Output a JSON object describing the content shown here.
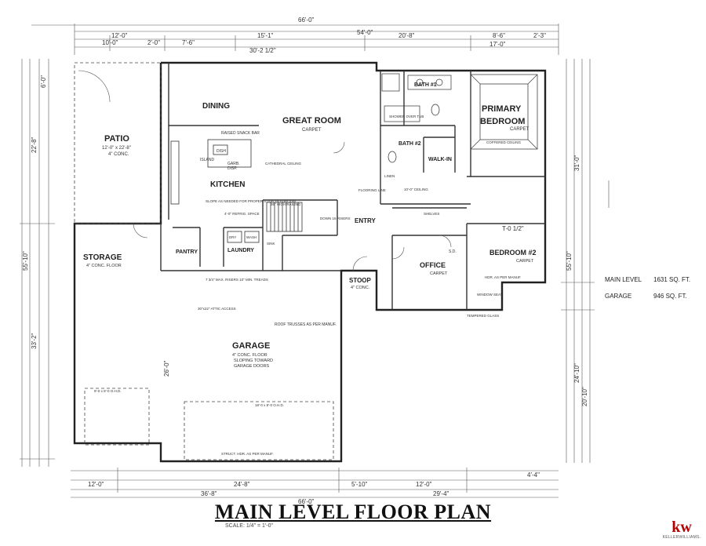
{
  "title": "MAIN LEVEL FLOOR PLAN",
  "scale": "SCALE: 1/4\" = 1'-0\"",
  "summary": {
    "main_label": "MAIN LEVEL",
    "main_value": "1631 SQ. FT.",
    "garage_label": "GARAGE",
    "garage_value": "946 SQ. FT."
  },
  "logo": {
    "mark": "kw",
    "text": "KELLERWILLIAMS."
  },
  "rooms": {
    "patio": "PATIO",
    "patio_size": "12'-0\" x 22'-8\"",
    "patio_floor": "4\" CONC.",
    "dining": "DINING",
    "kitchen": "KITCHEN",
    "great_room": "GREAT ROOM",
    "great_floor": "CARPET",
    "bath1": "BATH #1",
    "bath2": "BATH #2",
    "primary": "PRIMARY",
    "bedroom": "BEDROOM",
    "primary_floor": "CARPET",
    "walkin": "WALK-IN",
    "storage": "STORAGE",
    "storage_floor": "4\" CONC. FLOOR",
    "pantry": "PANTRY",
    "laundry": "LAUNDRY",
    "entry": "ENTRY",
    "office": "OFFICE",
    "office_floor": "CARPET",
    "bedroom2": "BEDROOM #2",
    "bedroom2_floor": "CARPET",
    "stoop": "STOOP",
    "stoop_floor": "4\" CONC.",
    "garage": "GARAGE",
    "garage_floor": "4\" CONC. FLOOR",
    "garage_floor2": "SLOPING TOWARD",
    "garage_floor3": "GARAGE DOORS"
  },
  "notes": {
    "raised_bar": "RAISED SNACK BAR",
    "dish": "DISH",
    "gard": "GARB.",
    "disp": "DISP.",
    "island": "ISLAND",
    "slope_headroom": "SLOPE AS NEEDED FOR PROPER STAIR HEADROOM",
    "refrig": "4'-0\" REFRIG. SPACE",
    "cathedral": "CATHEDRAL CEILING",
    "flooring_line": "FLOORING LINE",
    "coffered": "COFFERED CEILING",
    "roof_truss": "ROOF TRUSSES AS PER MANUF.",
    "attic": "30\"x22\" ATTIC ACCESS",
    "ohd1": "9'-0 x 8'-0 O.H.D.",
    "ohd2": "18'-0 x 8'-0 O.H.D.",
    "struct_hdr": "STRUCT. HDR. AS PER MANUF.",
    "tempered": "TEMPERED GLASS",
    "window_seat": "WINDOW SEAT",
    "shelves": "SHELVES",
    "hdr_manuf": "HDR. AS PER MANUF.",
    "stairs": "7 3/4\" MAX. RISERS 10\" MIN. TREADS",
    "ceiling_10": "10'-0\" CEILING",
    "sd": "S.D.",
    "dryer": "DRY",
    "wash": "WASH",
    "sink": "SINK",
    "shower": "SHOWER OVER TUB",
    "linen": "LINEN",
    "railing": "36\" HIGH RAILING",
    "down": "DOWN 16 RISERS"
  },
  "dims": {
    "top_total": "66'-0\"",
    "top_sub": "54'-0\"",
    "top_row": [
      "12'-0\"",
      "10'-0\"",
      "2'-0\"",
      "7'-6\"",
      "15'-1\"",
      "30'-2 1/2\"",
      "20'-8\"",
      "8'-6\"",
      "17'-0\"",
      "2'-3\""
    ],
    "bottom_row": [
      "12'-0\"",
      "24'-8\"",
      "5'-10\"",
      "12'-0\"",
      "4'-4\""
    ],
    "bottom_total": "66'-0\"",
    "bottom_sub1": "36'-8\"",
    "bottom_sub2": "29'-4\"",
    "left": [
      "55'-10\"",
      "33'-2\"",
      "22'-8\"",
      "6'-0\""
    ],
    "right": [
      "55'-10\"",
      "31'-0\"",
      "24'-10\"",
      "20'-10\""
    ],
    "garage_depth": "26'-0\"",
    "bedroom2_w": "T-0 1/2\""
  }
}
